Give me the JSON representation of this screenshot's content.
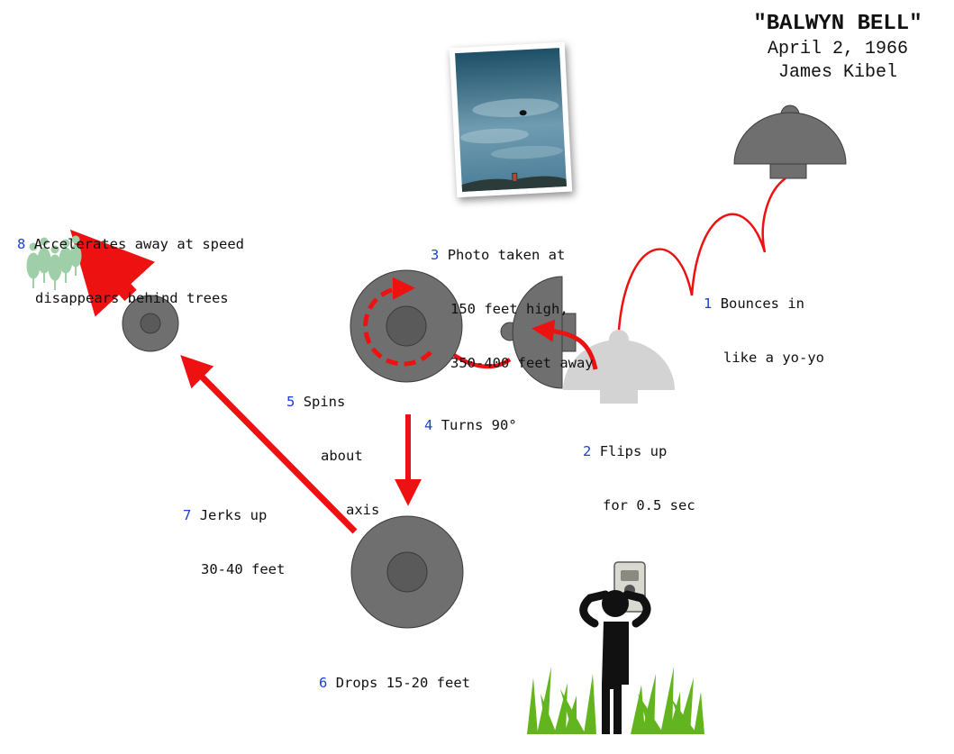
{
  "title": {
    "line1": "\"BALWYN BELL\"",
    "line2": "April 2, 1966",
    "line3": "James Kibel"
  },
  "steps": [
    {
      "num": "1",
      "line1": "Bounces in",
      "line2": "like a yo-yo"
    },
    {
      "num": "2",
      "line1": "Flips up",
      "line2": "for 0.5 sec"
    },
    {
      "num": "3",
      "line1": "Photo taken at",
      "line2": "150 feet high,",
      "line3": "350-400 feet away"
    },
    {
      "num": "4",
      "line1": "Turns 90°"
    },
    {
      "num": "5",
      "line1": "Spins",
      "line2": "about",
      "line3": "axis"
    },
    {
      "num": "6",
      "line1": "Drops 15-20 feet"
    },
    {
      "num": "7",
      "line1": "Jerks up",
      "line2": "30-40 feet"
    },
    {
      "num": "8",
      "line1": "Accelerates away at speed",
      "line2": "disappears behind trees"
    }
  ],
  "colors": {
    "object_gray": "#6f6f6f",
    "object_dark": "#5a5a5a",
    "ghost_gray": "#d3d3d3",
    "arrow_red": "#ee1111",
    "number_blue": "#1a3fd6",
    "grass_green": "#63b51f",
    "tree_green": "#9fcfa8"
  }
}
